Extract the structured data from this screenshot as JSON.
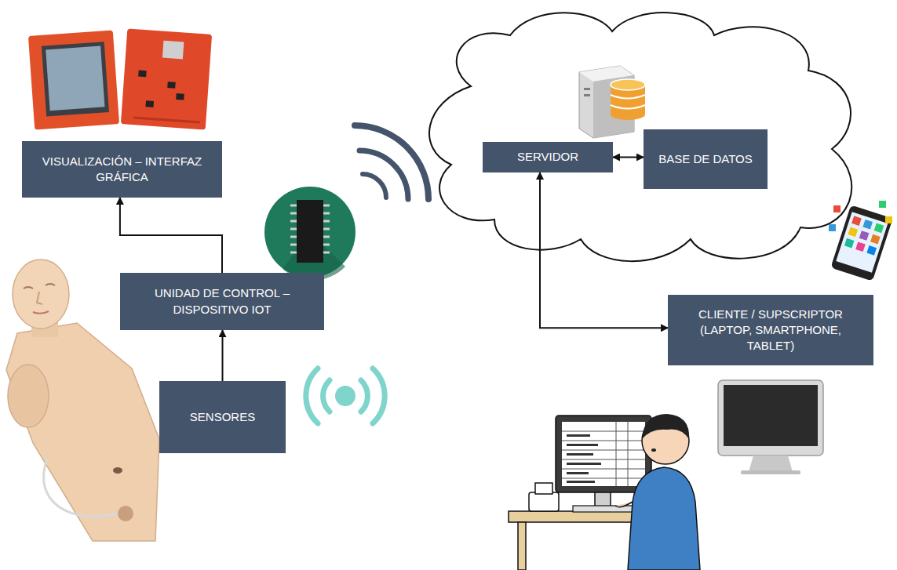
{
  "diagram": {
    "nodes": [
      {
        "text": [
          "VISUALIZACIÓN – INTERFAZ GRÁFICA"
        ]
      },
      {
        "text": [
          "SERVIDOR"
        ]
      },
      {
        "text": [
          "BASE DE DATOS"
        ]
      },
      {
        "text": [
          "UNIDAD DE CONTROL – DISPOSITIVO IOT"
        ]
      },
      {
        "text": [
          "CLIENTE / SUPSCRIPTOR (LAPTOP, SMARTPHONE, TABLET)"
        ]
      },
      {
        "text": [
          "SENSORES"
        ]
      }
    ],
    "edges": [
      {
        "from": 5,
        "to": 3,
        "arrow": "to"
      },
      {
        "from": 3,
        "to": 0,
        "arrow": "to"
      },
      {
        "from": 1,
        "to": 2,
        "arrow": "both"
      },
      {
        "from": 1,
        "to": 4,
        "arrow": "both"
      }
    ]
  }
}
